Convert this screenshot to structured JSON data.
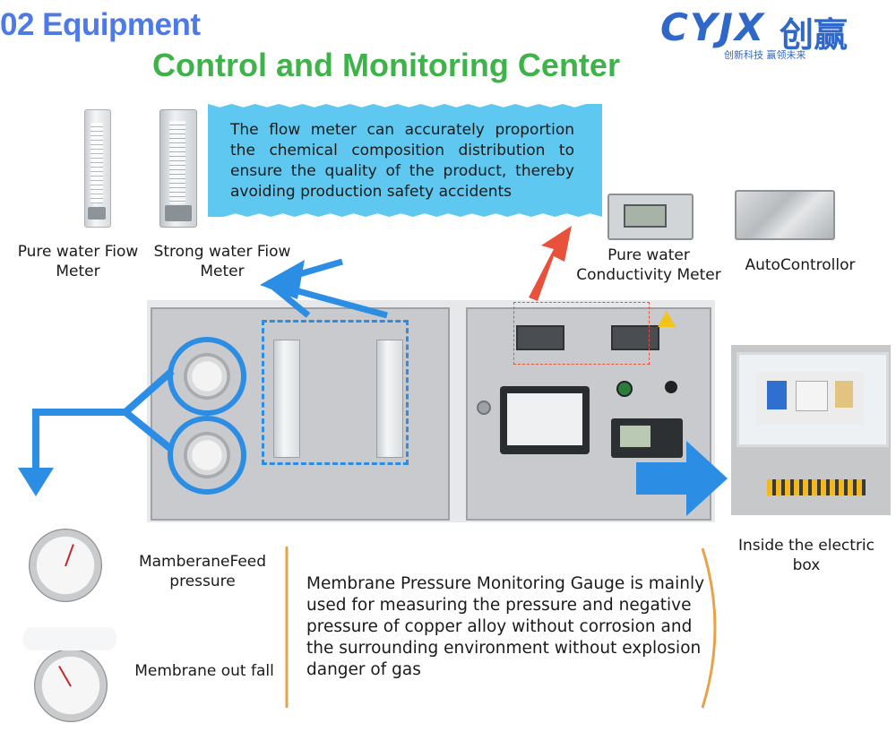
{
  "header": {
    "title": "02 Equipment",
    "subtitle": "Control and Monitoring Center"
  },
  "logo": {
    "latin": "CYJX",
    "chinese": "创赢",
    "slogan": "创新科技  赢领未来"
  },
  "flow_meters": {
    "description": "The flow meter can accurately proportion the chemical composition distribution to ensure the quality of the product, thereby avoiding production safety accidents",
    "pure_label": "Pure water Fiow Meter",
    "strong_label": "Strong water Fiow Meter"
  },
  "devices": {
    "conductivity_label": "Pure water Conductivity Meter",
    "autocontroller_label": "AutoControllor"
  },
  "electric_box": {
    "label": "Inside the electric box"
  },
  "gauges": {
    "feed_label": "MamberaneFeed pressure",
    "outfall_label": "Membrane out fall",
    "description": "Membrane Pressure Monitoring Gauge is mainly used for measuring the pressure and negative pressure of copper alloy without corrosion and the surrounding environment without explosion danger of gas"
  },
  "colors": {
    "title_blue": "#4d7ae6",
    "subtitle_green": "#3db34a",
    "callout_blue": "#5fc8f0",
    "arrow_blue": "#2b8de3",
    "arrow_red": "#e8513a",
    "divider_orange": "#e8a24a"
  }
}
